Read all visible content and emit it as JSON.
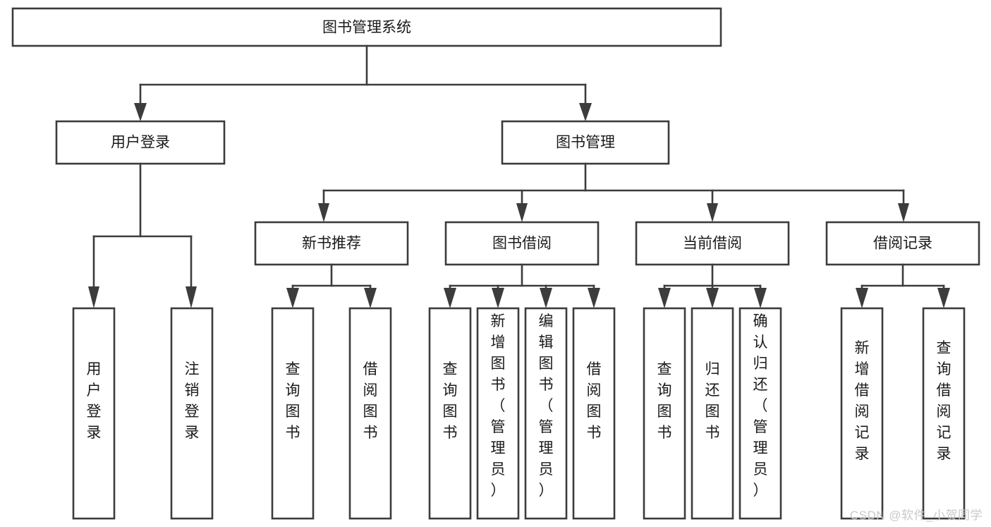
{
  "diagram": {
    "type": "tree-hierarchy-chart",
    "title": "图书管理系统",
    "colors": {
      "box_fill": "#ffffff",
      "box_stroke": "#3c3c3c",
      "text": "#1a1a1a",
      "background": "#ffffff",
      "watermark": "#c9c9c9"
    },
    "levels": {
      "root": {
        "label": "图书管理系统"
      },
      "level2": [
        {
          "label": "用户登录"
        },
        {
          "label": "图书管理"
        }
      ],
      "level3": [
        {
          "label": "新书推荐"
        },
        {
          "label": "图书借阅"
        },
        {
          "label": "当前借阅"
        },
        {
          "label": "借阅记录"
        }
      ]
    },
    "leaves": {
      "user_login": [
        {
          "label": "用户登录"
        },
        {
          "label": "注销登录"
        }
      ],
      "new_book_recommend": [
        {
          "label": "查询图书"
        },
        {
          "label": "借阅图书"
        }
      ],
      "book_borrow": [
        {
          "label": "查询图书"
        },
        {
          "label": "新增图书（管理员）"
        },
        {
          "label": "编辑图书（管理员）"
        },
        {
          "label": "借阅图书"
        }
      ],
      "current_borrow": [
        {
          "label": "查询图书"
        },
        {
          "label": "归还图书"
        },
        {
          "label": "确认归还（管理员）"
        }
      ],
      "borrow_record": [
        {
          "label": "新增借阅记录"
        },
        {
          "label": "查询借阅记录"
        }
      ]
    }
  },
  "watermark": {
    "text": "CSDN @软件_小贺同学"
  }
}
